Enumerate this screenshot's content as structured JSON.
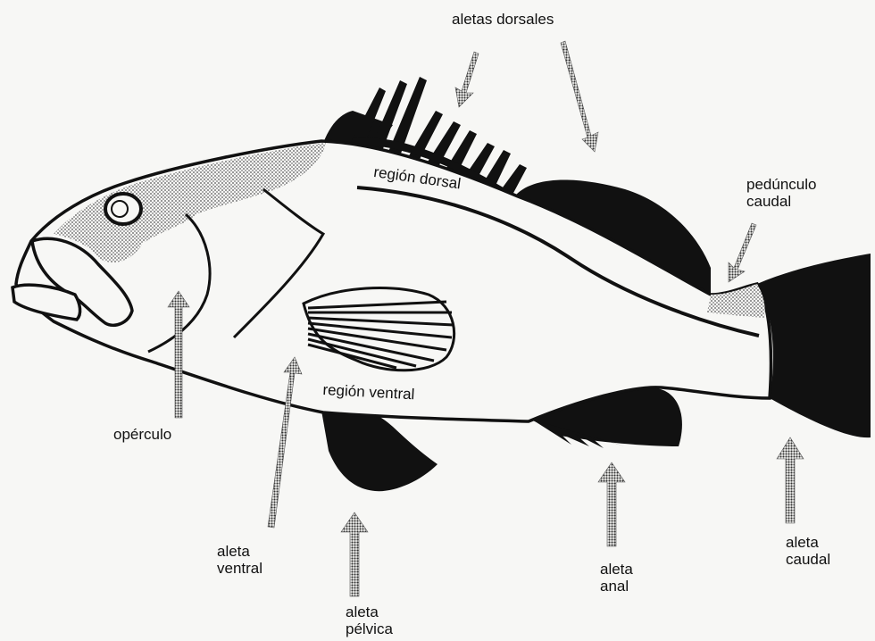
{
  "labels": {
    "aletas_dorsales": "aletas dorsales",
    "pedunculo_caudal": [
      "pedúnculo",
      "caudal"
    ],
    "region_dorsal": "región dorsal",
    "region_ventral": "región ventral",
    "operculo": "opérculo",
    "aleta_ventral": [
      "aleta",
      "ventral"
    ],
    "aleta_pelvica": [
      "aleta",
      "pélvica"
    ],
    "aleta_anal": [
      "aleta",
      "anal"
    ],
    "aleta_caudal": [
      "aleta",
      "caudal"
    ]
  },
  "colors": {
    "ink": "#111111",
    "stipple": "#9a9a9a",
    "paper": "#f7f7f5"
  }
}
